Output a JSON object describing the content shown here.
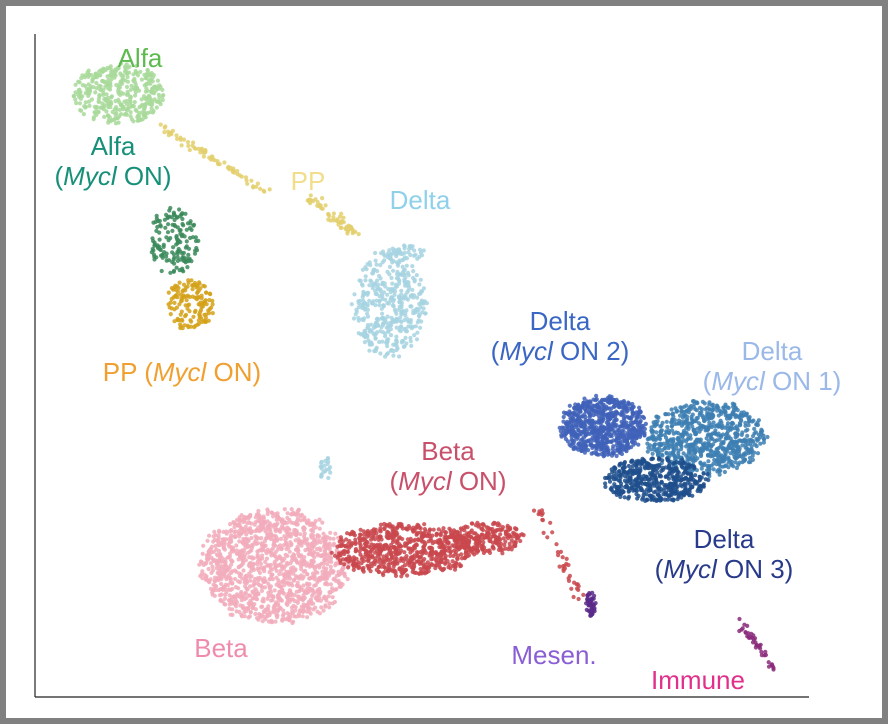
{
  "chart_data": {
    "type": "scatter",
    "title": "",
    "xlabel": "",
    "ylabel": "",
    "grid": false,
    "legend": "none",
    "clusters": [
      {
        "name": "Alfa",
        "label_lines": [
          [
            "Alfa",
            ""
          ]
        ],
        "color": "#a8d99a",
        "label_color": "#5dbb4e"
      },
      {
        "name": "Alfa (Mycl ON)",
        "label_lines": [
          [
            "Alfa",
            ""
          ],
          [
            "(",
            "Mycl",
            " ON)"
          ]
        ],
        "color": "#3a8a5a",
        "label_color": "#17907a"
      },
      {
        "name": "PP",
        "label_lines": [
          [
            "PP",
            ""
          ]
        ],
        "color": "#e3cf6c",
        "label_color": "#f2de8a"
      },
      {
        "name": "PP (Mycl ON)",
        "label_lines": [
          [
            "PP (",
            "Mycl",
            " ON)"
          ]
        ],
        "color": "#d4a118",
        "label_color": "#f0a030"
      },
      {
        "name": "Delta",
        "label_lines": [
          [
            "Delta",
            ""
          ]
        ],
        "color": "#a7d3e2",
        "label_color": "#8fd0ea"
      },
      {
        "name": "Delta (Mycl ON 2)",
        "label_lines": [
          [
            "Delta",
            ""
          ],
          [
            "(",
            "Mycl",
            " ON 2)"
          ]
        ],
        "color": "#3f61b8",
        "label_color": "#3a66c4"
      },
      {
        "name": "Delta (Mycl ON 1)",
        "label_lines": [
          [
            "Delta",
            ""
          ],
          [
            "(",
            "Mycl",
            " ON 1)"
          ]
        ],
        "color": "#3d7fb3",
        "label_color": "#9ab8e8"
      },
      {
        "name": "Delta (Mycl ON 3)",
        "label_lines": [
          [
            "Delta",
            ""
          ],
          [
            "(",
            "Mycl",
            " ON 3)"
          ]
        ],
        "color": "#1e4f8c",
        "label_color": "#283a8a"
      },
      {
        "name": "Beta",
        "label_lines": [
          [
            "Beta",
            ""
          ]
        ],
        "color": "#f2abbb",
        "label_color": "#f08cab"
      },
      {
        "name": "Beta (Mycl ON)",
        "label_lines": [
          [
            "Beta",
            ""
          ],
          [
            "(",
            "Mycl",
            " ON)"
          ]
        ],
        "color": "#c9484e",
        "label_color": "#c8506a"
      },
      {
        "name": "Mesen.",
        "label_lines": [
          [
            "Mesen.",
            ""
          ]
        ],
        "color": "#5a2a8a",
        "label_color": "#8a5ed4"
      },
      {
        "name": "Immune",
        "label_lines": [
          [
            "Immune",
            ""
          ]
        ],
        "color": "#8a2a7a",
        "label_color": "#e0308a"
      }
    ]
  }
}
